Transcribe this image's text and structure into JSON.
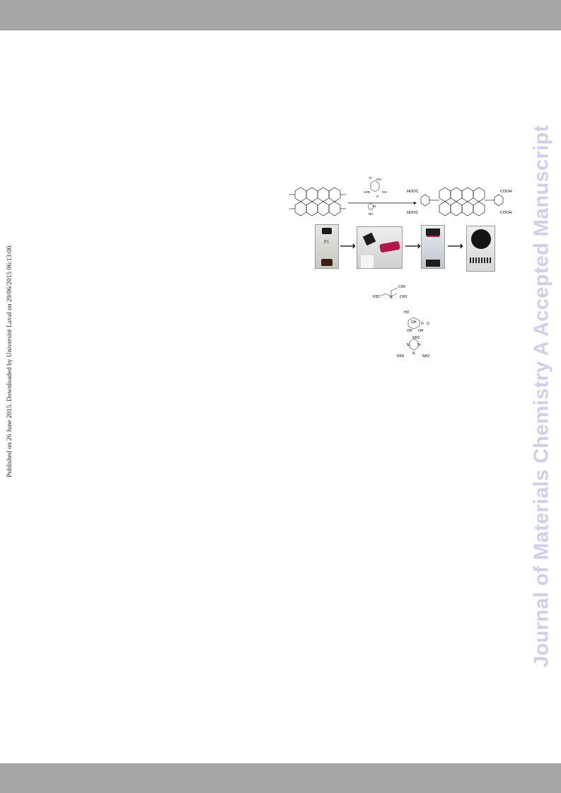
{
  "header": {},
  "side_note": "Published on 26 June 2015. Downloaded by Université Laval on 29/06/2015 06:13:00.",
  "watermark": "Journal of Materials Chemistry A Accepted Manuscript",
  "scheme": {
    "substituent_labels": [
      "HOOC",
      "HOOC",
      "COOH",
      "COOH"
    ],
    "reagent_labels": [
      "OH",
      "OH",
      "H2N",
      "O",
      "O",
      "N",
      "NH"
    ]
  },
  "photos": {
    "vial_label": "P1"
  },
  "additives": {
    "amine_labels": [
      "CH3",
      "H3C",
      "N",
      "CH3"
    ],
    "sugar_labels": [
      "HO",
      "OH",
      "O",
      "O",
      "OH",
      "OH"
    ],
    "melamine_labels": [
      "NH2",
      "N",
      "N",
      "H2N",
      "N",
      "NH2"
    ]
  },
  "colors": {
    "band": "#a6a6a6",
    "watermark": "#cfcfe6",
    "gel": "#c2184f"
  }
}
